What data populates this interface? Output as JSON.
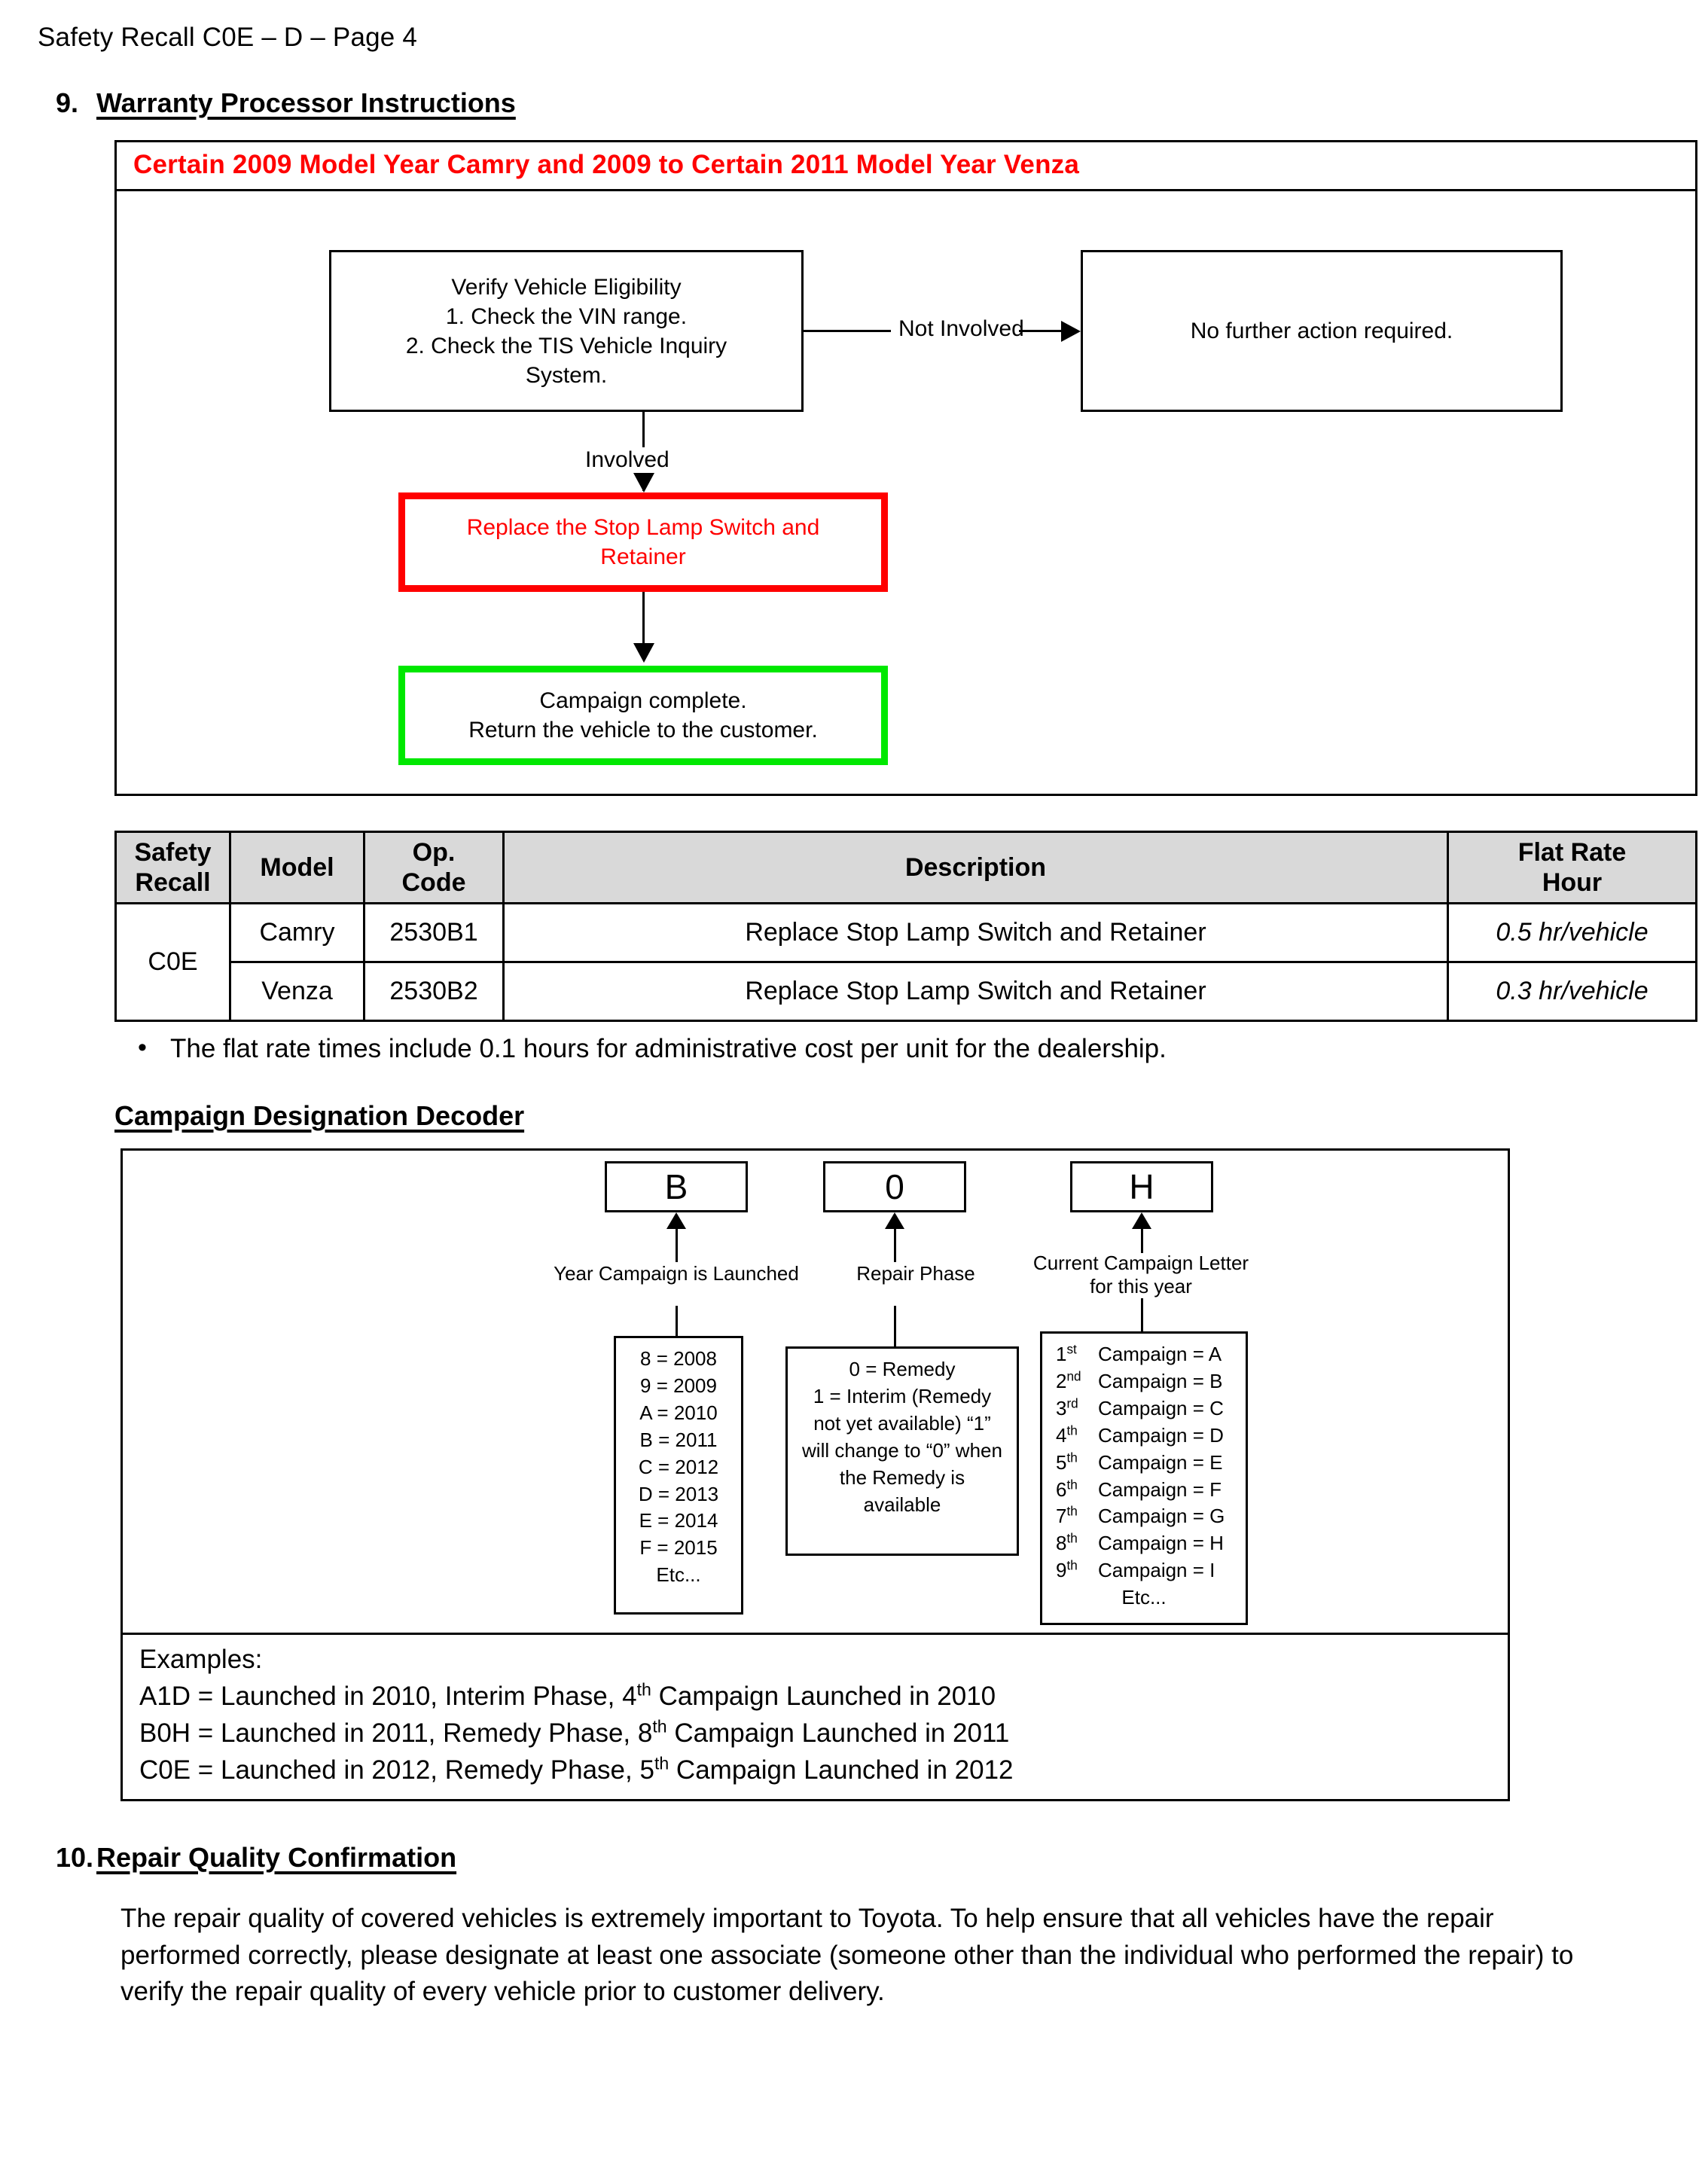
{
  "running_head": "Safety Recall C0E – D – Page 4",
  "section_9": {
    "number": "9.",
    "title": "Warranty Processor Instructions"
  },
  "flowchart": {
    "banner": "Certain 2009 Model Year Camry and 2009 to Certain 2011 Model Year Venza",
    "banner_color": "#ff0000",
    "nodes": {
      "verify": {
        "line1": "Verify Vehicle Eligibility",
        "line2": "1. Check the VIN range.",
        "line3": "2. Check the TIS Vehicle Inquiry",
        "line4": "System."
      },
      "no_action": {
        "line1": "No further action required."
      },
      "replace": {
        "line1": "Replace the Stop Lamp Switch and",
        "line2": "Retainer",
        "color": "#ff0000"
      },
      "complete": {
        "line1": "Campaign complete.",
        "line2": "Return the vehicle to the customer.",
        "border_color": "#00e800"
      }
    },
    "edges": {
      "not_involved": "Not Involved",
      "involved": "Involved"
    }
  },
  "op_table": {
    "headers": {
      "safety_recall": [
        "Safety",
        "Recall"
      ],
      "model": "Model",
      "op_code": [
        "Op.",
        "Code"
      ],
      "description": "Description",
      "flat_rate": [
        "Flat Rate",
        "Hour"
      ]
    },
    "recall_code": "C0E",
    "rows": [
      {
        "model": "Camry",
        "op_code": "2530B1",
        "description": "Replace Stop Lamp Switch and Retainer",
        "flat_rate": "0.5 hr/vehicle"
      },
      {
        "model": "Venza",
        "op_code": "2530B2",
        "description": "Replace Stop Lamp Switch and Retainer",
        "flat_rate": "0.3 hr/vehicle"
      }
    ],
    "note_bullet": "•",
    "note": "The flat rate times include 0.1 hours for administrative cost per unit for the dealership."
  },
  "decoder": {
    "title": "Campaign Designation Decoder",
    "code_letters": {
      "year": "B",
      "phase": "0",
      "campaign": "H"
    },
    "captions": {
      "year": "Year Campaign is Launched",
      "phase": "Repair Phase",
      "campaign_line1": "Current Campaign Letter",
      "campaign_line2": "for this year"
    },
    "year_list": [
      "8 = 2008",
      "9 = 2009",
      "A = 2010",
      "B = 2011",
      "C = 2012",
      "D = 2013",
      "E = 2014",
      "F = 2015",
      "Etc..."
    ],
    "phase_text": [
      "0 = Remedy",
      "1 = Interim (Remedy",
      "not yet available) “1”",
      "will change to “0” when",
      "the Remedy is",
      "available"
    ],
    "campaign_list": [
      {
        "ordinal": "1",
        "suffix": "st",
        "text": "Campaign = A"
      },
      {
        "ordinal": "2",
        "suffix": "nd",
        "text": "Campaign = B"
      },
      {
        "ordinal": "3",
        "suffix": "rd",
        "text": "Campaign = C"
      },
      {
        "ordinal": "4",
        "suffix": "th",
        "text": "Campaign = D"
      },
      {
        "ordinal": "5",
        "suffix": "th",
        "text": "Campaign = E"
      },
      {
        "ordinal": "6",
        "suffix": "th",
        "text": "Campaign = F"
      },
      {
        "ordinal": "7",
        "suffix": "th",
        "text": "Campaign = G"
      },
      {
        "ordinal": "8",
        "suffix": "th",
        "text": "Campaign = H"
      },
      {
        "ordinal": "9",
        "suffix": "th",
        "text": "Campaign = I"
      }
    ],
    "campaign_etc": "Etc...",
    "examples_label": "Examples:",
    "examples": [
      {
        "pre": "A1D = Launched in 2010, Interim Phase, 4",
        "sup": "th",
        "post": " Campaign Launched in 2010"
      },
      {
        "pre": "B0H = Launched in 2011, Remedy Phase, 8",
        "sup": "th",
        "post": "  Campaign Launched in 2011"
      },
      {
        "pre": "C0E = Launched in 2012, Remedy Phase, 5",
        "sup": "th",
        "post": "  Campaign Launched in 2012"
      }
    ]
  },
  "section_10": {
    "number": "10.",
    "title": "Repair Quality Confirmation",
    "paragraph": "The repair quality of covered vehicles is extremely important to Toyota.  To help ensure that all vehicles have the repair performed correctly, please designate at least one associate (someone other than the individual who performed the repair) to verify the repair quality of every vehicle prior to customer delivery."
  }
}
